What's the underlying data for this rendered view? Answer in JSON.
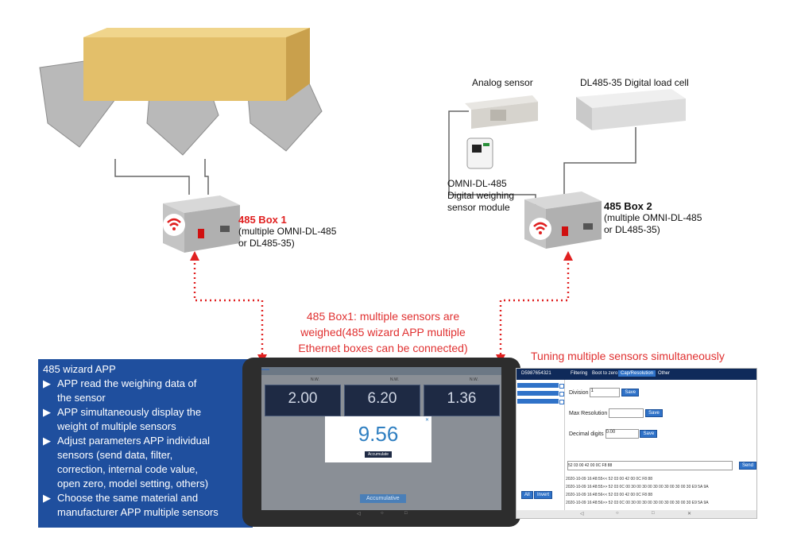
{
  "labels": {
    "box1_title": "485 Box 1",
    "box1_line1": "(multiple OMNI-DL-485",
    "box1_line2": "or DL485-35)",
    "box2_title": "485 Box 2",
    "box2_line1": "(multiple OMNI-DL-485",
    "box2_line2": "or DL485-35)",
    "analog_sensor": "Analog sensor",
    "digital_cell": "DL485-35 Digital load cell",
    "module_line1": "OMNI-DL-485",
    "module_line2": "Digital weighing",
    "module_line3": "sensor module",
    "center_line1": "485 Box1: multiple sensors are",
    "center_line2": "weighed(485 wizard APP multiple",
    "center_line3": "Ethernet boxes can be connected)",
    "tuning": "Tuning multiple sensors simultaneously"
  },
  "app_panel": {
    "title": "485 wizard APP",
    "bullets": [
      {
        "l1": "APP read the weighing data of",
        "l2": "the sensor"
      },
      {
        "l1": "APP simultaneously display the",
        "l2": "weight of multiple sensors"
      },
      {
        "l1": "Adjust parameters APP individual",
        "l2": "sensors (send data, filter,",
        "l3": "correction, internal code value,",
        "l4": "open zero, model setting, others)"
      },
      {
        "l1": "Choose the same material and",
        "l2": "manufacturer APP multiple sensors"
      }
    ]
  },
  "tablet": {
    "values": [
      "2.00",
      "6.20",
      "1.36"
    ],
    "unit_label": "N.W.",
    "popup_value": "9.56",
    "popup_button": "Accumulate",
    "bottom_button": "Accumulative"
  },
  "desktop": {
    "device_id": "D5987654321",
    "tabs": [
      "Filtering",
      "Boot to zero",
      "Cap/Resolution",
      "Other"
    ],
    "division_label": "Division",
    "division_value": "1",
    "max_res_label": "Max Resolution",
    "decimal_label": "Decimal digits",
    "decimal_value": "0.00",
    "save": "Save",
    "send": "Send",
    "all": "All",
    "invert": "Invert",
    "command": "52 03 00 42 00 0C F8 88",
    "log": [
      "2020-10-09 16:48:55<< 52 03 00 42 00 0C F8 88",
      "2020-10-09 16:48:55>> 52 03 0C 00 30 00 30 00 30 00 30 00 30 00 30 E9 5A 9A",
      "2020-10-09 16:48:56<< 52 03 00 42 00 0C F8 88",
      "2020-10-09 16:48:56>> 52 03 0C 00 30 00 30 00 30 00 30 00 30 00 30 E9 5A 9A"
    ]
  },
  "colors": {
    "red": "#e02020",
    "panel_blue": "#1f4f9e",
    "wire": "#555555"
  }
}
